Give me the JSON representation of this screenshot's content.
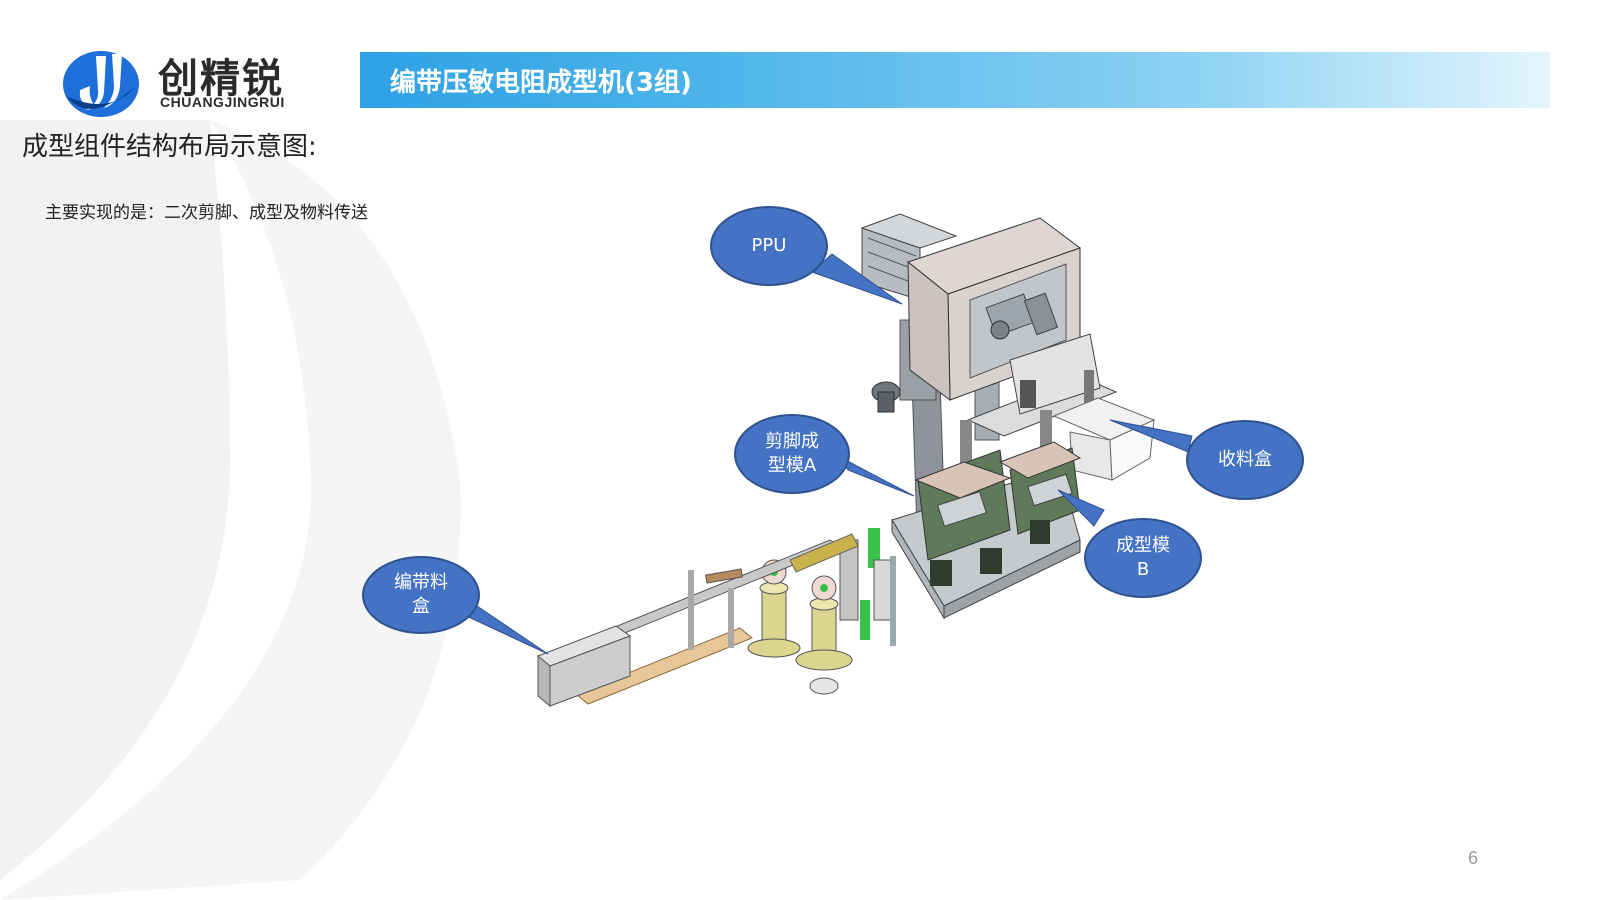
{
  "logo": {
    "cn_text": "创精锐",
    "en_text": "CHUANGJINGRUI"
  },
  "header": {
    "title": "编带压敏电阻成型机(3组)"
  },
  "subtitle": "成型组件结构布局示意图:",
  "description": "主要实现的是：二次剪脚、成型及物料传送",
  "callouts": {
    "ppu": "PPU",
    "cutting_die_a": "剪脚成型模A",
    "collect_box": "收料盒",
    "forming_die_b": "成型模B",
    "tape_box": "编带料盒"
  },
  "page_number": "6",
  "colors": {
    "callout_fill": "#4472c4",
    "title_bar_start": "#2ea1e4",
    "title_bar_end": "#e4f5fc",
    "logo_blue": "#1e6fd9"
  }
}
